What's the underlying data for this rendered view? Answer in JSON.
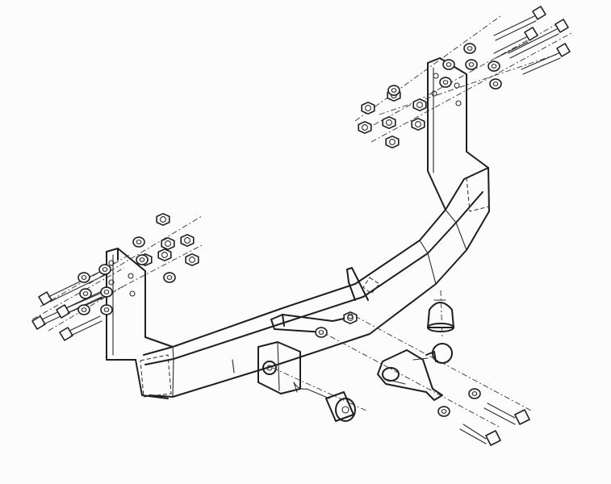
{
  "diagram": {
    "subject": "tow-bar-assembly",
    "parts": [
      "crossbar",
      "left-bracket",
      "right-bracket",
      "tow-ball",
      "ball-cover",
      "socket-plate",
      "electric-socket",
      "bolts",
      "nuts",
      "washers"
    ],
    "line_color": "#1e1e1e",
    "background": "#fcfcfc"
  }
}
